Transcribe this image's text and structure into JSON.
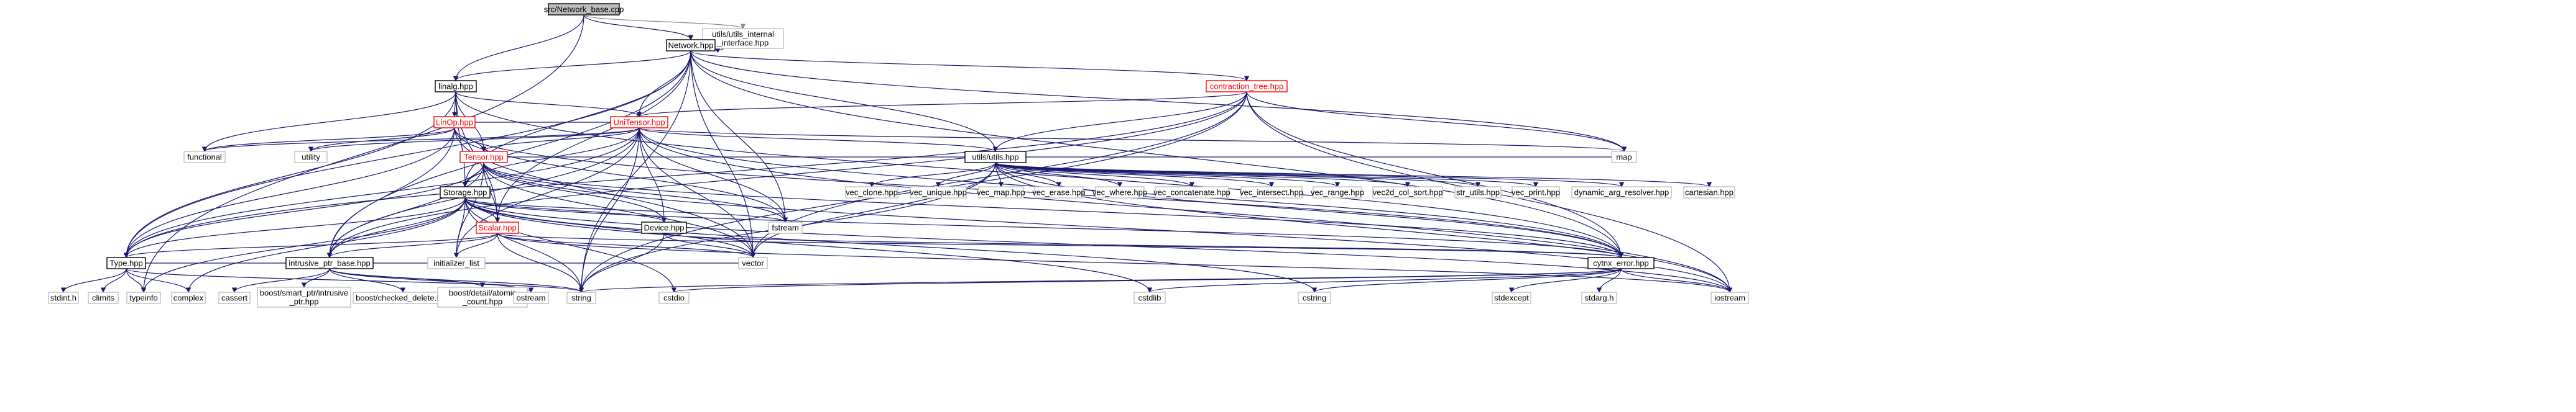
{
  "nodes": {
    "network_base_cpp": {
      "label": "src/Network_base.cpp",
      "kind": "focus"
    },
    "utils_internal": {
      "label": "utils/utils_internal\n_interface.hpp",
      "kind": "plain"
    },
    "network": {
      "label": "Network.hpp",
      "kind": "doc"
    },
    "linalg": {
      "label": "linalg.hpp",
      "kind": "doc"
    },
    "contraction_tree": {
      "label": "contraction_tree.hpp",
      "kind": "red"
    },
    "unitensor": {
      "label": "UniTensor.hpp",
      "kind": "red"
    },
    "linop": {
      "label": "LinOp.hpp",
      "kind": "red"
    },
    "functional": {
      "label": "functional",
      "kind": "plain"
    },
    "utility": {
      "label": "utility",
      "kind": "plain"
    },
    "tensor": {
      "label": "Tensor.hpp",
      "kind": "red"
    },
    "utils_utils": {
      "label": "utils/utils.hpp",
      "kind": "doc"
    },
    "map": {
      "label": "map",
      "kind": "plain"
    },
    "storage": {
      "label": "Storage.hpp",
      "kind": "doc"
    },
    "scalar": {
      "label": "Scalar.hpp",
      "kind": "red"
    },
    "device": {
      "label": "Device.hpp",
      "kind": "doc"
    },
    "fstream": {
      "label": "fstream",
      "kind": "plain"
    },
    "vector": {
      "label": "vector",
      "kind": "plain"
    },
    "initializer_list": {
      "label": "initializer_list",
      "kind": "plain"
    },
    "type": {
      "label": "Type.hpp",
      "kind": "doc"
    },
    "intrusive_ptr_base": {
      "label": "intrusive_ptr_base.hpp",
      "kind": "doc"
    },
    "cytnx_error": {
      "label": "cytnx_error.hpp",
      "kind": "doc"
    },
    "vec_clone": {
      "label": "vec_clone.hpp",
      "kind": "plain"
    },
    "vec_unique": {
      "label": "vec_unique.hpp",
      "kind": "plain"
    },
    "vec_map": {
      "label": "vec_map.hpp",
      "kind": "plain"
    },
    "vec_erase": {
      "label": "vec_erase.hpp",
      "kind": "plain"
    },
    "vec_where": {
      "label": "vec_where.hpp",
      "kind": "plain"
    },
    "vec_concatenate": {
      "label": "vec_concatenate.hpp",
      "kind": "plain"
    },
    "vec_intersect": {
      "label": "vec_intersect.hpp",
      "kind": "plain"
    },
    "vec_range": {
      "label": "vec_range.hpp",
      "kind": "plain"
    },
    "vec2d_col_sort": {
      "label": "vec2d_col_sort.hpp",
      "kind": "plain"
    },
    "str_utils": {
      "label": "str_utils.hpp",
      "kind": "plain"
    },
    "vec_print": {
      "label": "vec_print.hpp",
      "kind": "plain"
    },
    "dynamic_arg_resolver": {
      "label": "dynamic_arg_resolver.hpp",
      "kind": "plain"
    },
    "cartesian": {
      "label": "cartesian.hpp",
      "kind": "plain"
    },
    "stdint_h": {
      "label": "stdint.h",
      "kind": "plain"
    },
    "climits": {
      "label": "climits",
      "kind": "plain"
    },
    "typeinfo": {
      "label": "typeinfo",
      "kind": "plain"
    },
    "complex": {
      "label": "complex",
      "kind": "plain"
    },
    "cassert": {
      "label": "cassert",
      "kind": "plain"
    },
    "boost_smart_ptr": {
      "label": "boost/smart_ptr/intrusive\n_ptr.hpp",
      "kind": "plain"
    },
    "boost_checked_delete": {
      "label": "boost/checked_delete.hpp",
      "kind": "plain"
    },
    "boost_atomic_count": {
      "label": "boost/detail/atomic\n_count.hpp",
      "kind": "plain"
    },
    "ostream": {
      "label": "ostream",
      "kind": "plain"
    },
    "string": {
      "label": "string",
      "kind": "plain"
    },
    "cstdio": {
      "label": "cstdio",
      "kind": "plain"
    },
    "cstdlib": {
      "label": "cstdlib",
      "kind": "plain"
    },
    "cstring": {
      "label": "cstring",
      "kind": "plain"
    },
    "stdexcept": {
      "label": "stdexcept",
      "kind": "plain"
    },
    "stdarg_h": {
      "label": "stdarg.h",
      "kind": "plain"
    },
    "iostream": {
      "label": "iostream",
      "kind": "plain"
    }
  },
  "edges": [
    [
      "network_base_cpp",
      "network"
    ],
    [
      "network_base_cpp",
      "utils_internal"
    ],
    [
      "network_base_cpp",
      "linalg"
    ],
    [
      "network_base_cpp",
      "typeinfo"
    ],
    [
      "network",
      "network"
    ],
    [
      "network",
      "linalg"
    ],
    [
      "network",
      "contraction_tree"
    ],
    [
      "network",
      "unitensor"
    ],
    [
      "network",
      "utils_utils"
    ],
    [
      "network",
      "fstream"
    ],
    [
      "network",
      "map"
    ],
    [
      "network",
      "vector"
    ],
    [
      "network",
      "cytnx_error"
    ],
    [
      "network",
      "type"
    ],
    [
      "network",
      "intrusive_ptr_base"
    ],
    [
      "network",
      "scalar"
    ],
    [
      "network",
      "storage"
    ],
    [
      "network",
      "string"
    ],
    [
      "linalg",
      "linop"
    ],
    [
      "linalg",
      "unitensor"
    ],
    [
      "linalg",
      "tensor"
    ],
    [
      "linalg",
      "functional"
    ],
    [
      "linalg",
      "storage"
    ],
    [
      "linalg",
      "type"
    ],
    [
      "linalg",
      "scalar"
    ],
    [
      "linalg",
      "cytnx_error"
    ],
    [
      "contraction_tree",
      "unitensor"
    ],
    [
      "contraction_tree",
      "utils_utils"
    ],
    [
      "contraction_tree",
      "map"
    ],
    [
      "contraction_tree",
      "cytnx_error"
    ],
    [
      "contraction_tree",
      "iostream"
    ],
    [
      "contraction_tree",
      "string"
    ],
    [
      "contraction_tree",
      "vector"
    ],
    [
      "contraction_tree",
      "intrusive_ptr_base"
    ],
    [
      "contraction_tree",
      "type"
    ],
    [
      "unitensor",
      "tensor"
    ],
    [
      "unitensor",
      "storage"
    ],
    [
      "unitensor",
      "utils_utils"
    ],
    [
      "unitensor",
      "device"
    ],
    [
      "unitensor",
      "map"
    ],
    [
      "unitensor",
      "fstream"
    ],
    [
      "unitensor",
      "utility"
    ],
    [
      "unitensor",
      "vector"
    ],
    [
      "unitensor",
      "initializer_list"
    ],
    [
      "unitensor",
      "intrusive_ptr_base"
    ],
    [
      "unitensor",
      "type"
    ],
    [
      "unitensor",
      "cytnx_error"
    ],
    [
      "unitensor",
      "iostream"
    ],
    [
      "unitensor",
      "functional"
    ],
    [
      "unitensor",
      "string"
    ],
    [
      "linop",
      "tensor"
    ],
    [
      "linop",
      "unitensor"
    ],
    [
      "linop",
      "utility"
    ],
    [
      "linop",
      "functional"
    ],
    [
      "linop",
      "fstream"
    ],
    [
      "linop",
      "vector"
    ],
    [
      "linop",
      "type"
    ],
    [
      "linop",
      "intrusive_ptr_base"
    ],
    [
      "linop",
      "cytnx_error"
    ],
    [
      "tensor",
      "storage"
    ],
    [
      "tensor",
      "device"
    ],
    [
      "tensor",
      "type"
    ],
    [
      "tensor",
      "intrusive_ptr_base"
    ],
    [
      "tensor",
      "cytnx_error"
    ],
    [
      "tensor",
      "fstream"
    ],
    [
      "tensor",
      "vector"
    ],
    [
      "tensor",
      "initializer_list"
    ],
    [
      "tensor",
      "scalar"
    ],
    [
      "tensor",
      "iostream"
    ],
    [
      "tensor",
      "utils_utils"
    ],
    [
      "utils_utils",
      "vec_clone"
    ],
    [
      "utils_utils",
      "vec_unique"
    ],
    [
      "utils_utils",
      "vec_map"
    ],
    [
      "utils_utils",
      "vec_erase"
    ],
    [
      "utils_utils",
      "vec_where"
    ],
    [
      "utils_utils",
      "vec_concatenate"
    ],
    [
      "utils_utils",
      "vec_intersect"
    ],
    [
      "utils_utils",
      "vec_range"
    ],
    [
      "utils_utils",
      "vec2d_col_sort"
    ],
    [
      "utils_utils",
      "str_utils"
    ],
    [
      "utils_utils",
      "vec_print"
    ],
    [
      "utils_utils",
      "dynamic_arg_resolver"
    ],
    [
      "utils_utils",
      "cartesian"
    ],
    [
      "utils_utils",
      "iostream"
    ],
    [
      "utils_utils",
      "vector"
    ],
    [
      "utils_utils",
      "cytnx_error"
    ],
    [
      "utils_utils",
      "string"
    ],
    [
      "utils_utils",
      "map"
    ],
    [
      "storage",
      "scalar"
    ],
    [
      "storage",
      "device"
    ],
    [
      "storage",
      "type"
    ],
    [
      "storage",
      "intrusive_ptr_base"
    ],
    [
      "storage",
      "initializer_list"
    ],
    [
      "storage",
      "fstream"
    ],
    [
      "storage",
      "vector"
    ],
    [
      "storage",
      "cytnx_error"
    ],
    [
      "storage",
      "iostream"
    ],
    [
      "storage",
      "complex"
    ],
    [
      "storage",
      "typeinfo"
    ],
    [
      "storage",
      "string"
    ],
    [
      "storage",
      "cstdio"
    ],
    [
      "storage",
      "cstdlib"
    ],
    [
      "storage",
      "cstring"
    ],
    [
      "scalar",
      "type"
    ],
    [
      "scalar",
      "intrusive_ptr_base"
    ],
    [
      "scalar",
      "cytnx_error"
    ],
    [
      "scalar",
      "initializer_list"
    ],
    [
      "scalar",
      "iostream"
    ],
    [
      "scalar",
      "string"
    ],
    [
      "scalar",
      "vector"
    ],
    [
      "device",
      "vector"
    ],
    [
      "device",
      "cytnx_error"
    ],
    [
      "device",
      "string"
    ],
    [
      "type",
      "stdint_h"
    ],
    [
      "type",
      "climits"
    ],
    [
      "type",
      "typeinfo"
    ],
    [
      "type",
      "complex"
    ],
    [
      "type",
      "string"
    ],
    [
      "type",
      "vector"
    ],
    [
      "intrusive_ptr_base",
      "cassert"
    ],
    [
      "intrusive_ptr_base",
      "boost_smart_ptr"
    ],
    [
      "intrusive_ptr_base",
      "boost_checked_delete"
    ],
    [
      "intrusive_ptr_base",
      "boost_atomic_count"
    ],
    [
      "intrusive_ptr_base",
      "ostream"
    ],
    [
      "intrusive_ptr_base",
      "string"
    ],
    [
      "cytnx_error",
      "stdexcept"
    ],
    [
      "cytnx_error",
      "stdarg_h"
    ],
    [
      "cytnx_error",
      "cstring"
    ],
    [
      "cytnx_error",
      "cstdlib"
    ],
    [
      "cytnx_error",
      "cstdio"
    ],
    [
      "cytnx_error",
      "iostream"
    ],
    [
      "cytnx_error",
      "string"
    ]
  ]
}
